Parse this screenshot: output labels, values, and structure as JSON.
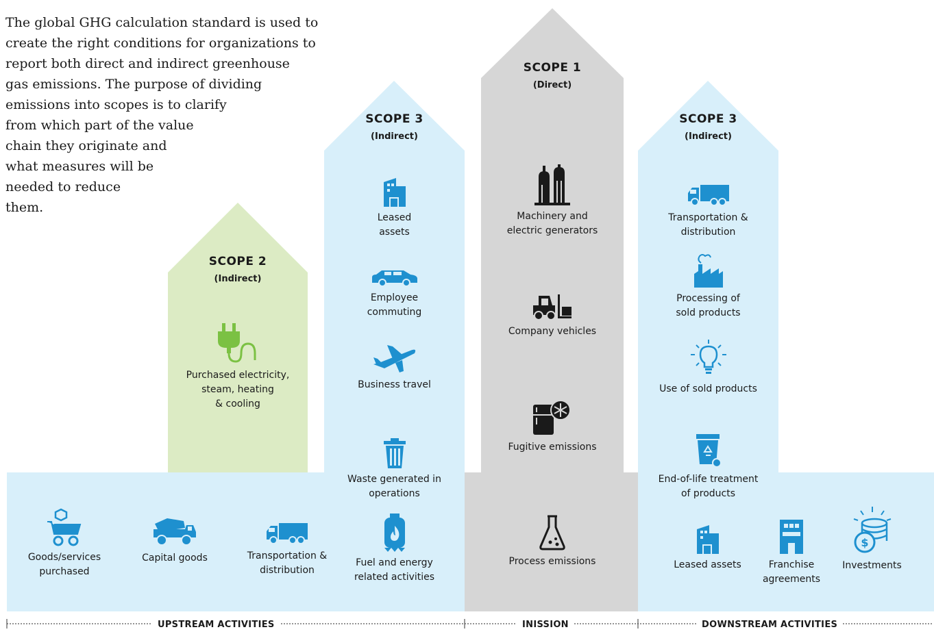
{
  "intro_lines": [
    "The global GHG calculation standard is used to",
    "create the right conditions for organizations to",
    "report both direct and indirect greenhouse",
    "gas emissions. The purpose of dividing",
    "emissions into scopes is to clarify",
    "from which part of the value",
    "chain they originate and",
    "what measures will be",
    "needed to reduce",
    "them."
  ],
  "colors": {
    "blue": "#d8effa",
    "grey": "#d6d6d6",
    "green": "#dcebc4",
    "icon_blue": "#1e90cf",
    "icon_green": "#7bc143",
    "icon_dark": "#1a1a1a"
  },
  "scope2": {
    "title": "SCOPE 2",
    "subtitle": "(Indirect)",
    "items": [
      {
        "icon": "plug-icon",
        "label": "Purchased electricity,\nsteam, heating\n& cooling"
      }
    ]
  },
  "scope3_up": {
    "title": "SCOPE 3",
    "subtitle": "(Indirect)",
    "items": [
      {
        "icon": "building-icon",
        "label": "Leased\nassets"
      },
      {
        "icon": "car-icon",
        "label": "Employee\ncommuting"
      },
      {
        "icon": "airplane-icon",
        "label": "Business travel"
      },
      {
        "icon": "trash-bin-icon",
        "label": "Waste generated in\noperations"
      },
      {
        "icon": "gas-cylinder-icon",
        "label": "Fuel and energy\nrelated activities"
      }
    ]
  },
  "scope1": {
    "title": "SCOPE 1",
    "subtitle": "(Direct)",
    "items": [
      {
        "icon": "factory-silos-icon",
        "label": "Machinery and\nelectric generators"
      },
      {
        "icon": "forklift-icon",
        "label": "Company vehicles"
      },
      {
        "icon": "refrigerator-icon",
        "label": "Fugitive emissions"
      },
      {
        "icon": "flask-icon",
        "label": "Process emissions"
      }
    ]
  },
  "scope3_down": {
    "title": "SCOPE 3",
    "subtitle": "(Indirect)",
    "items": [
      {
        "icon": "truck-icon",
        "label": "Transportation &\ndistribution"
      },
      {
        "icon": "factory-icon",
        "label": "Processing of\nsold products"
      },
      {
        "icon": "lightbulb-icon",
        "label": "Use of sold products"
      },
      {
        "icon": "recycle-bin-icon",
        "label": "End-of-life treatment\nof products"
      }
    ]
  },
  "upstream_items": [
    {
      "icon": "shopping-cart-icon",
      "label": "Goods/services\npurchased"
    },
    {
      "icon": "dump-truck-icon",
      "label": "Capital goods"
    },
    {
      "icon": "truck-icon",
      "label": "Transportation &\ndistribution"
    }
  ],
  "downstream_items": [
    {
      "icon": "building-icon",
      "label": "Leased assets"
    },
    {
      "icon": "franchise-store-icon",
      "label": "Franchise\nagreements"
    },
    {
      "icon": "coins-icon",
      "label": "Investments"
    }
  ],
  "axis": {
    "upstream": "UPSTREAM ACTIVITIES",
    "center": "INISSION",
    "downstream": "DOWNSTREAM ACTIVITIES"
  }
}
